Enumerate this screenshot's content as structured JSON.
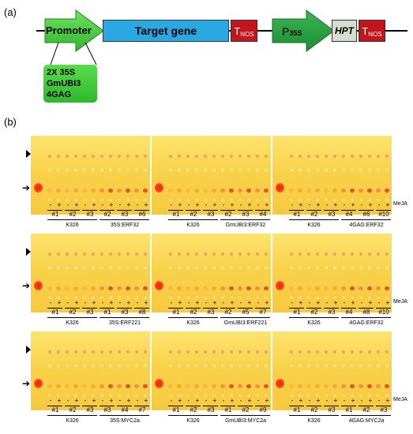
{
  "panel_a_label": "(a)",
  "panel_b_label": "(b)",
  "construct": {
    "promoter": "Promoter",
    "target_gene": "Target gene",
    "tnos_main": "T",
    "tnos_sub": "NOS",
    "p35s_main": "P",
    "p35s_sub": "35S",
    "hpt": "HPT",
    "promoter_options": [
      "2X 35S",
      "GmUBI3",
      "4GAG"
    ],
    "colors": {
      "promoter": "#3fc83a",
      "target": "#2aa6e0",
      "tnos": "#c4161c",
      "p35s": "#1f9a3c",
      "hpt": "#d5dccf"
    }
  },
  "treatment_label": "MeJA",
  "rows": [
    {
      "panels": [
        {
          "controls": [
            "#1",
            "#2",
            "#3"
          ],
          "lines": [
            "#2",
            "#3",
            "#6"
          ],
          "control_name": "K326",
          "line_name": "35S:ERF32"
        },
        {
          "controls": [
            "#1",
            "#2",
            "#3"
          ],
          "lines": [
            "#2",
            "#3",
            "#4"
          ],
          "control_name": "K326",
          "line_name": "GmUBI3:ERF32"
        },
        {
          "controls": [
            "#1",
            "#2",
            "#3"
          ],
          "lines": [
            "#4",
            "#6",
            "#10"
          ],
          "control_name": "K326",
          "line_name": "4GAG:ERF32"
        }
      ]
    },
    {
      "panels": [
        {
          "controls": [
            "#1",
            "#2",
            "#3"
          ],
          "lines": [
            "#1",
            "#3",
            "#8"
          ],
          "control_name": "K326",
          "line_name": "35S:ERF221"
        },
        {
          "controls": [
            "#1",
            "#2",
            "#3"
          ],
          "lines": [
            "#2",
            "#5",
            "#7"
          ],
          "control_name": "K326",
          "line_name": "GmUBI3:ERF221"
        },
        {
          "controls": [
            "#1",
            "#2",
            "#3"
          ],
          "lines": [
            "#4",
            "#8",
            "#10"
          ],
          "control_name": "K326",
          "line_name": "4GAG:ERF32"
        }
      ]
    },
    {
      "panels": [
        {
          "controls": [
            "#1",
            "#2",
            "#3"
          ],
          "lines": [
            "#3",
            "#4",
            "#7"
          ],
          "control_name": "K326",
          "line_name": "35S:MYC2a"
        },
        {
          "controls": [
            "#1",
            "#2",
            "#3"
          ],
          "lines": [
            "#1",
            "#2",
            "#9"
          ],
          "control_name": "K326",
          "line_name": "GmUBI3:MYC2a"
        },
        {
          "controls": [
            "#1",
            "#2",
            "#3"
          ],
          "lines": [
            "#1",
            "#2",
            "#3"
          ],
          "control_name": "K326",
          "line_name": "4GAG:MYC2a"
        }
      ]
    }
  ],
  "signs": [
    "-",
    "+"
  ]
}
